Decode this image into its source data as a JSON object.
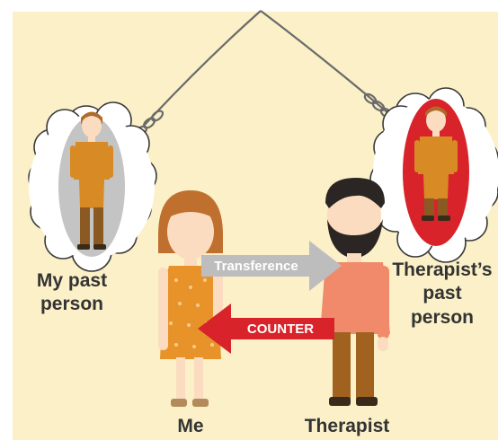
{
  "colors": {
    "background": "#fbf0c7",
    "cloud_fill": "#ffffff",
    "cloud_outline": "#3a3a3a",
    "my_past_oval": "#c4c4c4",
    "therapist_past_oval": "#d8232a",
    "transference_arrow": "#bdbdbd",
    "counter_arrow": "#d8232a",
    "skin": "#fbdcc0",
    "me_hair": "#c0702e",
    "me_dress": "#e8932a",
    "therapist_shirt": "#f08a6a",
    "therapist_beard": "#2b2523",
    "therapist_pants": "#a0621e",
    "past_person_shirt": "#d88a25",
    "past_person_pants": "#8a5a22",
    "text": "#333333"
  },
  "labels": {
    "my_past_person": "My past\nperson",
    "therapists_past_person": "Therapist’s\npast\nperson",
    "me": "Me",
    "therapist": "Therapist"
  },
  "arrows": {
    "transference": "Transference",
    "counter": "COUNTER"
  }
}
